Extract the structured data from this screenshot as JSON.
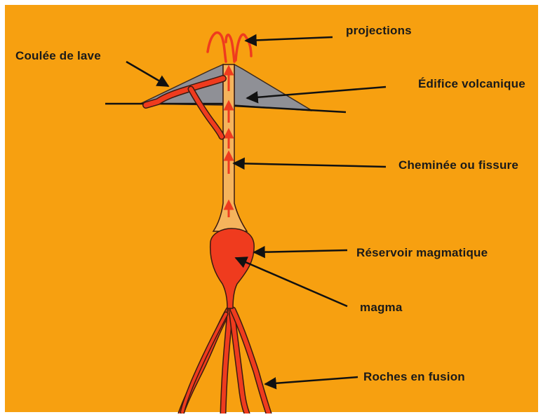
{
  "diagram": {
    "colors": {
      "background": "#f7a010",
      "magma": "#ef3b1e",
      "edifice": "#8f9096",
      "conduit": "#f5b45c",
      "outline": "#3a1a10",
      "arrow": "#111111"
    },
    "labels": {
      "projections": "projections",
      "coulee": "Coulée de lave",
      "edifice": "Édifice volcanique",
      "cheminee": "Cheminée ou fissure",
      "reservoir": "Réservoir  magmatique",
      "magma": "magma",
      "roches": "Roches en fusion"
    }
  }
}
